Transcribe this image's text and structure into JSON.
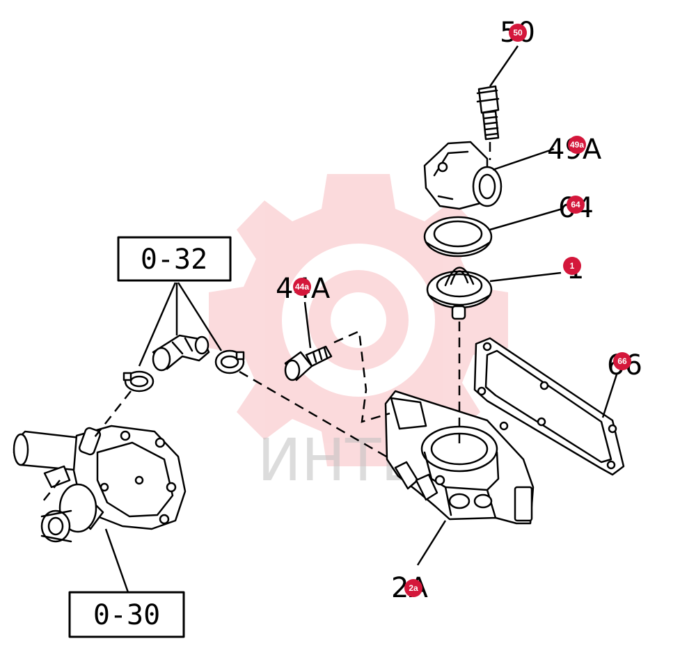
{
  "colors": {
    "line": "#000000",
    "marker": "#d4173b",
    "marker_text": "#ffffff",
    "watermark": "#e8202a"
  },
  "watermark": {
    "text": "ИНТЕ"
  },
  "ref_boxes": {
    "top": "0-32",
    "bottom": "0-30"
  },
  "part_labels": {
    "l50": "50",
    "l49a": "49A",
    "l64": "64",
    "l1": "1",
    "l44a": "44A",
    "l66": "66",
    "l2a": "2A"
  },
  "markers": {
    "m50": "50",
    "m49a": "49a",
    "m64": "64",
    "m1": "1",
    "m44a": "44a",
    "m66": "66",
    "m2a": "2a"
  }
}
